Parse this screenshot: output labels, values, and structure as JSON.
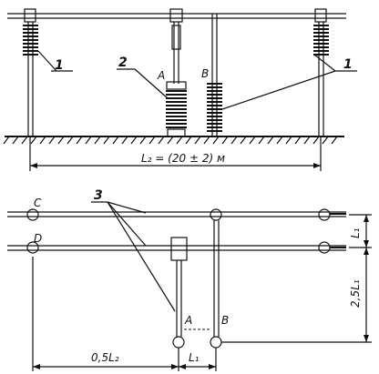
{
  "labels": {
    "callout_1_left": "1",
    "callout_1_right": "1",
    "callout_2": "2",
    "callout_3": "3",
    "point_A_top": "A",
    "point_B_top": "B",
    "point_A_bottom": "A",
    "point_B_bottom": "B",
    "point_C": "C",
    "point_D": "D",
    "dim_L2": "L₂ = (20 ± 2) м",
    "dim_half_L2": "0,5L₂",
    "dim_L1_bottom": "L₁",
    "dim_L1_right": "L₁",
    "dim_2_5L1": "2,5L₁"
  }
}
